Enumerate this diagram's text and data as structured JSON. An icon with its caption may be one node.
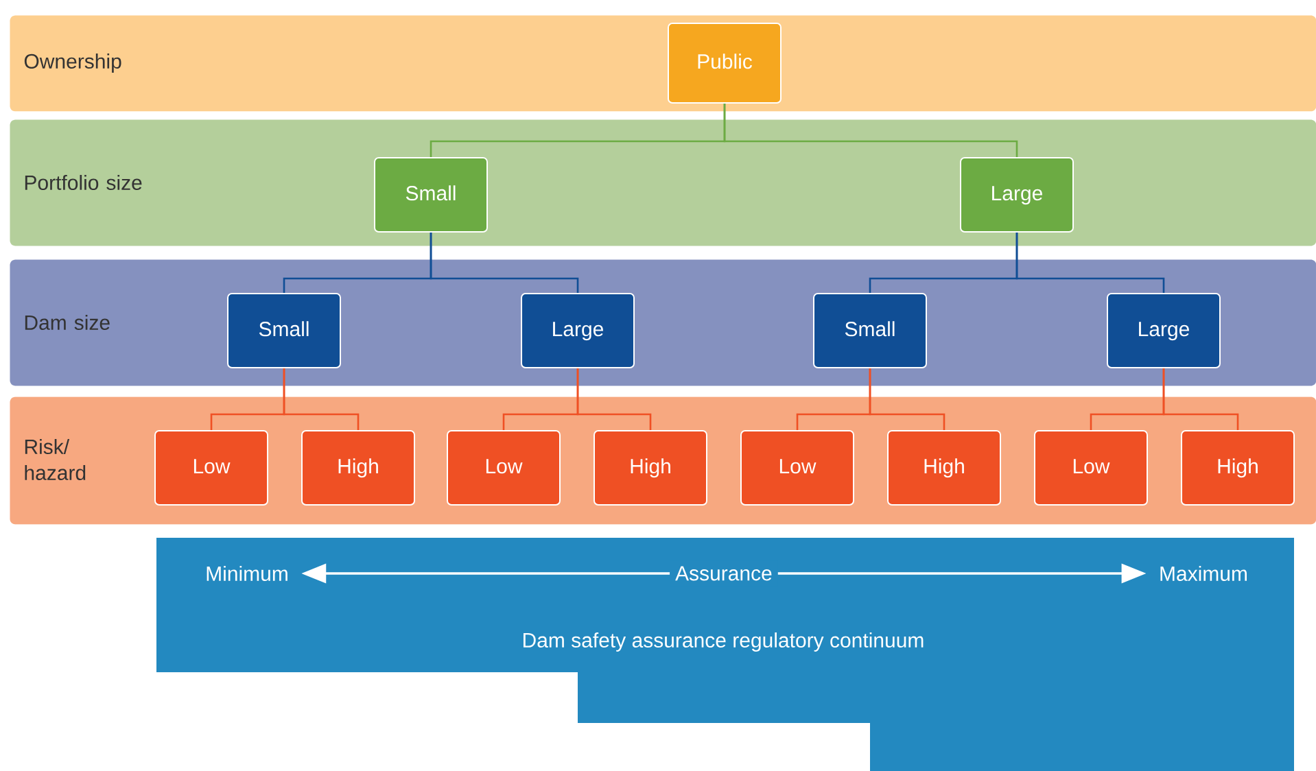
{
  "diagram": {
    "nodes": [
      {
        "text": [
          "Ownership"
        ]
      },
      {
        "text": [
          "Public"
        ],
        "in": 0
      },
      {
        "text": [
          "Portfolio size"
        ]
      },
      {
        "text": [
          "Small"
        ],
        "in": 2
      },
      {
        "text": [
          "Large"
        ],
        "in": 2
      },
      {
        "text": [
          "Dam size"
        ]
      },
      {
        "text": [
          "Small"
        ],
        "in": 5
      },
      {
        "text": [
          "Large"
        ],
        "in": 5
      },
      {
        "text": [
          "Small"
        ],
        "in": 5
      },
      {
        "text": [
          "Large"
        ],
        "in": 5
      },
      {
        "text": [
          "Risk/ hazard"
        ]
      },
      {
        "text": [
          "Low"
        ],
        "in": 10
      },
      {
        "text": [
          "High"
        ],
        "in": 10
      },
      {
        "text": [
          "Low"
        ],
        "in": 10
      },
      {
        "text": [
          "High"
        ],
        "in": 10
      },
      {
        "text": [
          "Low"
        ],
        "in": 10
      },
      {
        "text": [
          "High"
        ],
        "in": 10
      },
      {
        "text": [
          "Low"
        ],
        "in": 10
      },
      {
        "text": [
          "High"
        ],
        "in": 10
      },
      {
        "text": [
          "Dam safety assurance regulatory continuum"
        ]
      },
      {
        "text": [
          "Minimum"
        ],
        "in": 19
      },
      {
        "text": [
          "Maximum"
        ],
        "in": 19
      }
    ],
    "edges": [
      {
        "from": 1,
        "to": 3,
        "arrow": "none",
        "color": "#6cab43"
      },
      {
        "from": 1,
        "to": 4,
        "arrow": "none",
        "color": "#6cab43"
      },
      {
        "from": 3,
        "to": 6,
        "arrow": "none",
        "color": "#104e95"
      },
      {
        "from": 3,
        "to": 7,
        "arrow": "none",
        "color": "#104e95"
      },
      {
        "from": 4,
        "to": 8,
        "arrow": "none",
        "color": "#104e95"
      },
      {
        "from": 4,
        "to": 9,
        "arrow": "none",
        "color": "#104e95"
      },
      {
        "from": 6,
        "to": 11,
        "arrow": "none"
      },
      {
        "from": 6,
        "to": 12,
        "arrow": "none"
      },
      {
        "from": 7,
        "to": 13,
        "arrow": "none"
      },
      {
        "from": 7,
        "to": 14,
        "arrow": "none"
      },
      {
        "from": 8,
        "to": 15,
        "arrow": "none"
      },
      {
        "from": 8,
        "to": 16,
        "arrow": "none"
      },
      {
        "from": 9,
        "to": 17,
        "arrow": "none"
      },
      {
        "from": 9,
        "to": 18,
        "arrow": "none"
      },
      {
        "from": 20,
        "to": 21,
        "arrow": "both",
        "label": "Assurance",
        "color": "#ffffff"
      }
    ]
  }
}
